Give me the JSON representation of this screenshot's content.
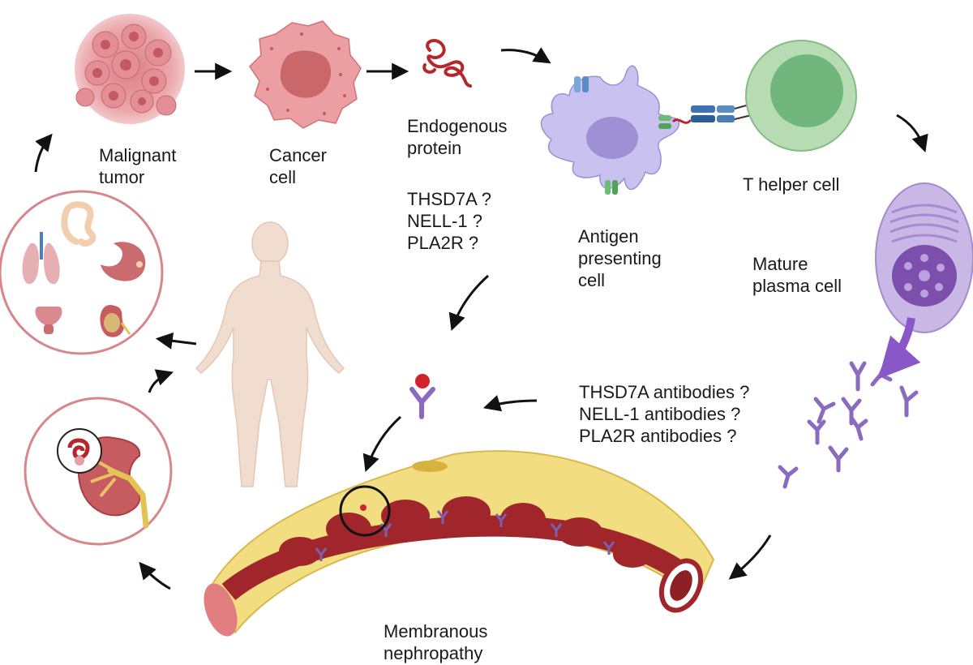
{
  "labels": {
    "malignant_tumor": "Malignant\ntumor",
    "cancer_cell": "Cancer\ncell",
    "endogenous_protein": "Endogenous\nprotein",
    "candidate_antigens": "THSD7A ?\nNELL-1 ?\nPLA2R ?",
    "antigen_presenting_cell": "Antigen\npresenting\ncell",
    "t_helper_cell": "T helper cell",
    "mature_plasma_cell": "Mature\nplasma cell",
    "candidate_antibodies": "THSD7A antibodies ?\nNELL-1 antibodies ?\nPLA2R antibodies ?",
    "membranous_nephropathy": "Membranous\nnephropathy"
  },
  "colors": {
    "tumor": "#e9a3a6",
    "cancer_cell": "#e99ea0",
    "nucleus_red": "#c9676b",
    "protein": "#b5262d",
    "apc": "#c7c1ef",
    "apc_nucleus": "#9c8fd2",
    "t_cell": "#a8d5a5",
    "t_nucleus": "#6fb47a",
    "plasma": "#c6b4e3",
    "plasma_nucleus": "#7a4fa8",
    "antibody": "#8a6bbf",
    "vessel_wall": "#f2dd80",
    "vessel_blood": "#a0262b",
    "circle_border": "#d7878b",
    "arrow": "#111111"
  },
  "icons": [
    "tumor-cluster-icon",
    "cancer-cell-icon",
    "protein-strand-icon",
    "antigen-presenting-cell-icon",
    "t-helper-cell-icon",
    "plasma-cell-icon",
    "antibody-icon",
    "blood-vessel-icon",
    "human-body-icon",
    "organs-circle-icon",
    "kidney-circle-icon",
    "magnifier-circle-icon"
  ]
}
